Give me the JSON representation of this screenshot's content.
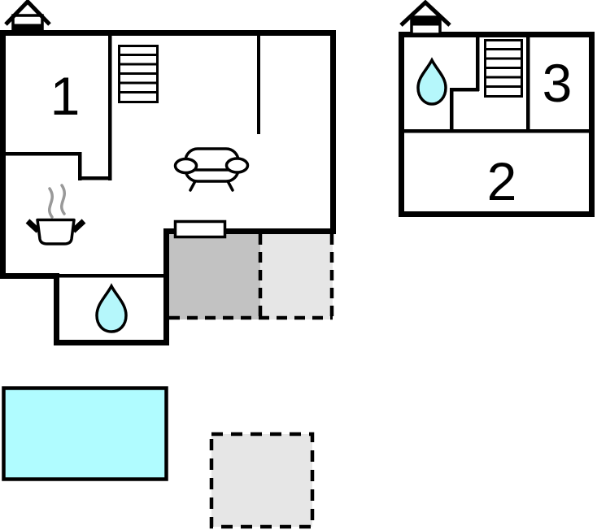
{
  "rooms": {
    "room1": {
      "label": "1"
    },
    "room2": {
      "label": "2"
    },
    "room3": {
      "label": "3"
    }
  },
  "colors": {
    "wall": "#000000",
    "water": "#b5f7fb",
    "pool": "#b0fcff",
    "terrace_dark": "#c2c2c2",
    "terrace_light": "#e6e6e6",
    "steam": "#999999",
    "background": "#ffffff"
  },
  "icons": {
    "chimney": "chimney-icon",
    "staircase": "staircase-icon",
    "sofa": "sofa-icon",
    "stove_pot": "stove-pot-icon",
    "water_drop": "water-drop-icon"
  }
}
